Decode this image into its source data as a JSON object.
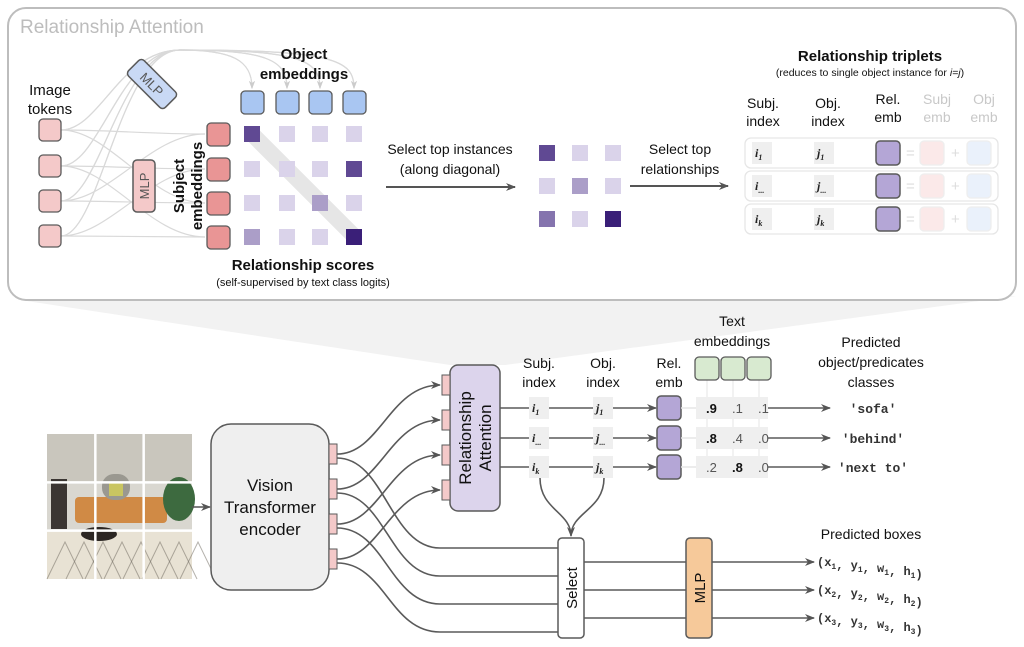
{
  "panel": {
    "title": "Relationship Attention",
    "image_tokens_label": [
      "Image",
      "tokens"
    ],
    "mlp_label": "MLP",
    "object_embeddings_label": [
      "Object",
      "embeddings"
    ],
    "subject_embeddings_label": [
      "Subject",
      "embeddings"
    ],
    "relationship_scores_label": "Relationship scores",
    "relationship_scores_sub": "(self-supervised by text class logits)",
    "select_instances_label": [
      "Select top instances",
      "(along diagonal)"
    ],
    "select_relationships_label": [
      "Select top",
      "relationships"
    ],
    "triplets_title": "Relationship triplets",
    "triplets_sub_prefix": "(reduces to single object instance for ",
    "triplets_sub_eq": "i=j",
    "triplets_sub_suffix": ")",
    "col_subj": [
      "Subj.",
      "index"
    ],
    "col_obj": [
      "Obj.",
      "index"
    ],
    "col_rel": [
      "Rel.",
      "emb"
    ],
    "col_subj_emb": [
      "Subj",
      "emb"
    ],
    "col_obj_emb": [
      "Obj",
      "emb"
    ],
    "triplets": [
      {
        "i": "i",
        "i_sub": "1",
        "j": "j",
        "j_sub": "1"
      },
      {
        "i": "i",
        "i_sub": "...",
        "j": "j",
        "j_sub": "..."
      },
      {
        "i": "i",
        "i_sub": "k",
        "j": "j",
        "j_sub": "k"
      }
    ],
    "score_matrix": [
      [
        0.8,
        0.15,
        0.15,
        0.15
      ],
      [
        0.15,
        0.15,
        0.15,
        0.8
      ],
      [
        0.15,
        0.15,
        0.4,
        0.15
      ],
      [
        0.4,
        0.15,
        0.15,
        1.0
      ]
    ],
    "selected_matrix": [
      [
        0.8,
        0.15,
        0.15
      ],
      [
        0.15,
        0.4,
        0.15
      ],
      [
        0.6,
        0.15,
        1.0
      ]
    ]
  },
  "pipeline": {
    "vit_label": [
      "Vision",
      "Transformer",
      "encoder"
    ],
    "rel_attention_label": [
      "Relationship",
      "Attention"
    ],
    "col_subj": [
      "Subj.",
      "index"
    ],
    "col_obj": [
      "Obj.",
      "index"
    ],
    "col_rel": [
      "Rel.",
      "emb"
    ],
    "text_embeddings_label": [
      "Text",
      "embeddings"
    ],
    "predicted_classes_label": [
      "Predicted",
      "object/predicates",
      "classes"
    ],
    "rows": [
      {
        "i_sub": "1",
        "j_sub": "1",
        "logits": [
          ".9",
          ".1",
          ".1"
        ],
        "bold": 0,
        "class": "'sofa'"
      },
      {
        "i_sub": "...",
        "j_sub": "...",
        "logits": [
          ".8",
          ".4",
          ".0"
        ],
        "bold": 0,
        "class": "'behind'"
      },
      {
        "i_sub": "k",
        "j_sub": "k",
        "logits": [
          ".2",
          ".8",
          ".0"
        ],
        "bold": 1,
        "class": "'next to'"
      }
    ],
    "select_label": "Select",
    "mlp_label": "MLP",
    "predicted_boxes_label": "Predicted boxes",
    "boxes": [
      {
        "x": "x",
        "y": "y",
        "w": "w",
        "h": "h",
        "sub": "1"
      },
      {
        "x": "x",
        "y": "y",
        "w": "w",
        "h": "h",
        "sub": "2"
      },
      {
        "x": "x",
        "y": "y",
        "w": "w",
        "h": "h",
        "sub": "3"
      }
    ]
  },
  "colors": {
    "image_token": "#f4c9c9",
    "subject_emb": "#e99595",
    "object_emb": "#a9c6f2",
    "mlp_blue": "#c9d9f5",
    "rel_emb": "#b4a6d6",
    "rel_attention": "#dcd4ec",
    "text_emb": "#d8ead0",
    "mlp_orange": "#f6c99a",
    "vit": "#efefef",
    "stroke": "#5a5a5a"
  }
}
